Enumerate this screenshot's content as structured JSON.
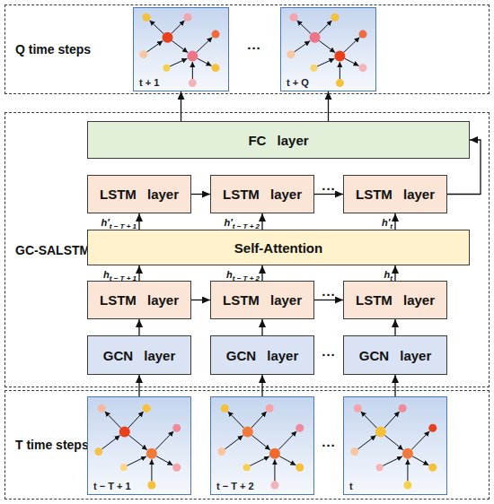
{
  "diagram": {
    "nodes": [
      {
        "text": [
          "Q time steps"
        ]
      },
      {
        "text": [
          "t + 1"
        ],
        "in": 0
      },
      {
        "text": [
          "t + Q"
        ],
        "in": 0
      },
      {
        "text": [
          "GC-SALSTM"
        ]
      },
      {
        "text": [
          "FC layer"
        ],
        "in": 3
      },
      {
        "text": [
          "LSTM layer"
        ],
        "in": 3
      },
      {
        "text": [
          "LSTM layer"
        ],
        "in": 3
      },
      {
        "text": [
          "LSTM layer"
        ],
        "in": 3
      },
      {
        "text": [
          "Self-Attention"
        ],
        "in": 3
      },
      {
        "text": [
          "LSTM layer"
        ],
        "in": 3
      },
      {
        "text": [
          "LSTM layer"
        ],
        "in": 3
      },
      {
        "text": [
          "LSTM layer"
        ],
        "in": 3
      },
      {
        "text": [
          "GCN layer"
        ],
        "in": 3
      },
      {
        "text": [
          "GCN layer"
        ],
        "in": 3
      },
      {
        "text": [
          "GCN layer"
        ],
        "in": 3
      },
      {
        "text": [
          "T time steps"
        ]
      },
      {
        "text": [
          "t − T + 1"
        ],
        "in": 15
      },
      {
        "text": [
          "t − T + 2"
        ],
        "in": 15
      },
      {
        "text": [
          "t"
        ],
        "in": 15
      }
    ],
    "edges": [
      {
        "from": 16,
        "to": 12,
        "arrow": "to"
      },
      {
        "from": 17,
        "to": 13,
        "arrow": "to"
      },
      {
        "from": 18,
        "to": 14,
        "arrow": "to"
      },
      {
        "from": 12,
        "to": 9,
        "arrow": "to"
      },
      {
        "from": 13,
        "to": 10,
        "arrow": "to"
      },
      {
        "from": 14,
        "to": 11,
        "arrow": "to"
      },
      {
        "from": 9,
        "to": 10,
        "arrow": "to"
      },
      {
        "from": 10,
        "to": 11,
        "arrow": "to",
        "label": "..."
      },
      {
        "from": 9,
        "to": 8,
        "arrow": "to"
      },
      {
        "from": 10,
        "to": 8,
        "arrow": "to"
      },
      {
        "from": 11,
        "to": 8,
        "arrow": "to"
      },
      {
        "from": 8,
        "to": 5,
        "arrow": "to"
      },
      {
        "from": 8,
        "to": 6,
        "arrow": "to"
      },
      {
        "from": 8,
        "to": 7,
        "arrow": "to"
      },
      {
        "from": 5,
        "to": 6,
        "arrow": "to"
      },
      {
        "from": 6,
        "to": 7,
        "arrow": "to",
        "label": "..."
      },
      {
        "from": 7,
        "to": 4,
        "arrow": "to"
      },
      {
        "from": 4,
        "to": 1,
        "arrow": "to"
      },
      {
        "from": 4,
        "to": 2,
        "arrow": "to"
      }
    ],
    "labels": [
      "...",
      "h′",
      "t − T + 1",
      "h′",
      "t − T + 2",
      "h′",
      "t",
      "h",
      "t − T + 1",
      "h",
      "t − T + 2",
      "h",
      "t",
      "...",
      "..."
    ]
  }
}
